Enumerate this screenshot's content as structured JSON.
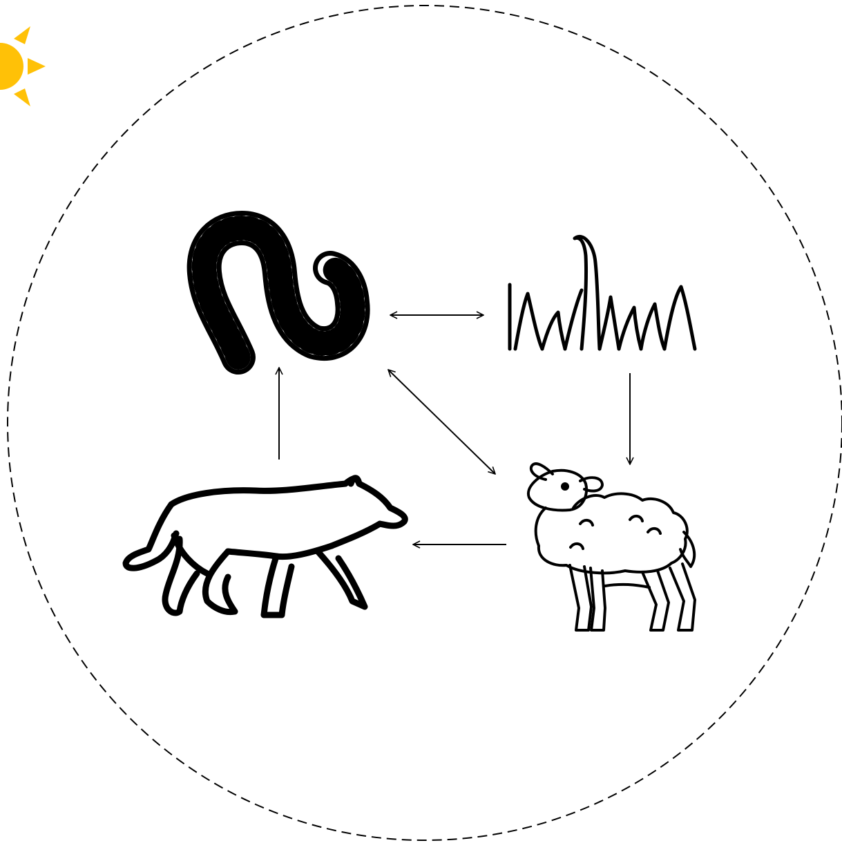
{
  "diagram": {
    "boundary": "ecosystem-boundary",
    "sun": {
      "icon": "sun-icon",
      "color": "#FFC107"
    },
    "nodes": [
      {
        "id": "worm",
        "icon": "earthworm-icon"
      },
      {
        "id": "grass",
        "icon": "grass-icon"
      },
      {
        "id": "sheep",
        "icon": "sheep-icon"
      },
      {
        "id": "wolf",
        "icon": "wolf-icon"
      }
    ],
    "links": [
      {
        "from": "worm",
        "to": "grass",
        "direction": "both"
      },
      {
        "from": "grass",
        "to": "sheep",
        "direction": "forward"
      },
      {
        "from": "worm",
        "to": "sheep",
        "direction": "both"
      },
      {
        "from": "sheep",
        "to": "wolf",
        "direction": "forward"
      },
      {
        "from": "wolf",
        "to": "worm",
        "direction": "forward"
      }
    ],
    "colors": {
      "stroke": "#000000",
      "sun": "#FFC107"
    }
  }
}
